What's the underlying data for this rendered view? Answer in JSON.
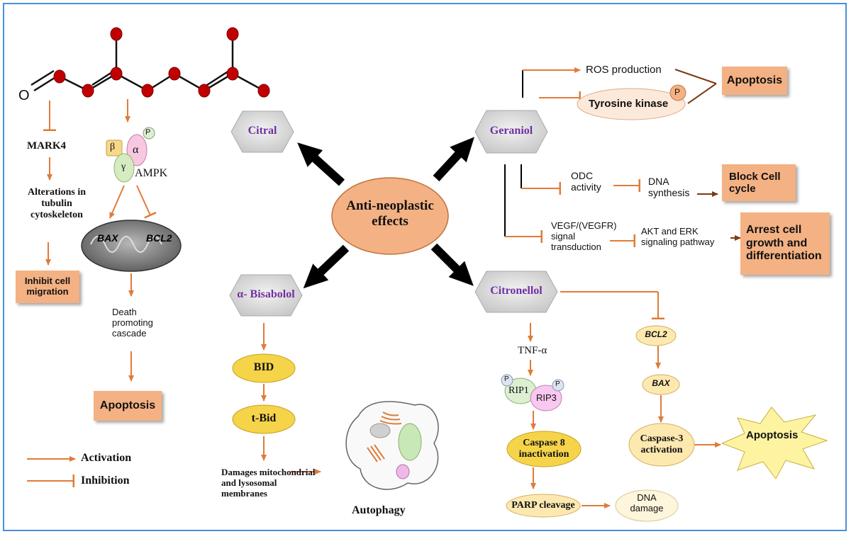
{
  "center": {
    "label": "Anti-neoplastic effects"
  },
  "compounds": {
    "citral": "Citral",
    "geraniol": "Geraniol",
    "bisabolol": "α- Bisabolol",
    "citronellol": "Citronellol"
  },
  "molecule": {
    "oxygen": "O"
  },
  "left_panel": {
    "mark4": "MARK4",
    "tubulin": "Alterations in tubulin cytoskeleton",
    "inhibit_migration": "Inhibit cell migration",
    "ampk": "AMPK",
    "beta": "β",
    "alpha": "α",
    "gamma": "γ",
    "p": "P",
    "bax": "BAX",
    "bcl2": "BCL2",
    "death": "Death promoting cascade",
    "apoptosis": "Apoptosis"
  },
  "legend": {
    "activation": "Activation",
    "inhibition": "Inhibition"
  },
  "geraniol_branch": {
    "ros": "ROS production",
    "tyrosine": "Tyrosine kinase",
    "p": "P",
    "apoptosis": "Apoptosis",
    "odc": "ODC activity",
    "dna_synthesis": "DNA synthesis",
    "block_cycle": "Block Cell cycle",
    "vegf": "VEGF/(VEGFR) signal transduction",
    "akt": "AKT and ERK signaling pathway",
    "arrest": "Arrest cell growth and differentiation"
  },
  "bisabolol_branch": {
    "bid": "BID",
    "tbid": "t-Bid",
    "damages": "Damages mitochondrial and lysosomal membranes",
    "autophagy": "Autophagy"
  },
  "citronellol_branch": {
    "tnf": "TNF-α",
    "rip1": "RIP1",
    "rip3": "RIP3",
    "p": "P",
    "caspase8": "Caspase 8 inactivation",
    "parp": "PARP cleavage",
    "dna_damage": "DNA damage",
    "bcl2": "BCL2",
    "bax": "BAX",
    "caspase3": "Caspase-3 activation",
    "apoptosis": "Apoptosis"
  },
  "colors": {
    "arrow_orange": "#e07b39",
    "box_fill": "#f4b183",
    "hexagon_fill": "#d9d9d9",
    "compound_text": "#7030a0",
    "center_fill": "#f4b183",
    "oval_yellow": "#f5d44a",
    "oval_cream": "#fde9b0",
    "atom_red": "#c00000",
    "frame_blue": "#4a90d9"
  }
}
